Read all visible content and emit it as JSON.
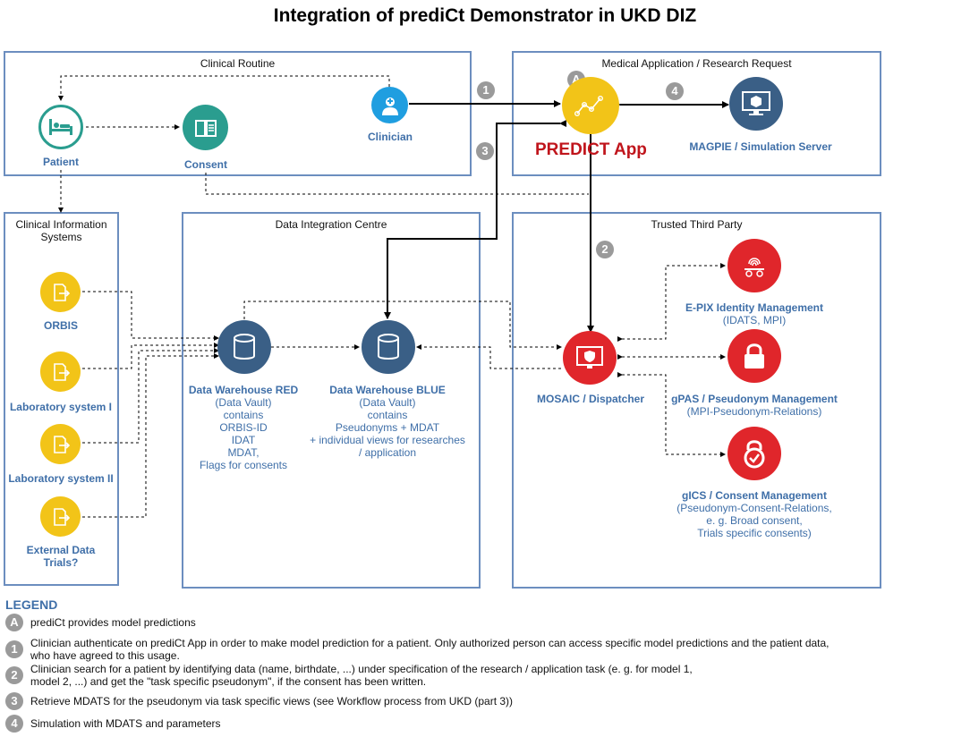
{
  "title": "Integration of prediCt Demonstrator in UKD DIZ",
  "panels": {
    "clinical_routine": "Clinical Routine",
    "medical_application": "Medical Application / Research Request",
    "clinical_information_systems": "Clinical Information Systems",
    "data_integration_centre": "Data Integration Centre",
    "trusted_third_party": "Trusted Third Party"
  },
  "nodes": {
    "patient": "Patient",
    "consent": "Consent",
    "clinician": "Clinician",
    "predict_app": "PREDICT App",
    "magpie": "MAGPIE / Simulation Server",
    "orbis": "ORBIS",
    "lab1": "Laboratory system I",
    "lab2": "Laboratory system II",
    "external_line1": "External Data",
    "external_line2": "Trials?",
    "dw_red": "Data Warehouse RED",
    "dw_red_desc": [
      "(Data Vault)",
      "contains",
      "ORBIS-ID",
      "IDAT",
      "MDAT,",
      "Flags for consents"
    ],
    "dw_blue": "Data Warehouse BLUE",
    "dw_blue_desc": [
      "(Data Vault)",
      "contains",
      "Pseudonyms + MDAT",
      "+ individual views for researches",
      "/ application"
    ],
    "mosaic": "MOSAIC / Dispatcher",
    "epix": "E-PIX Identity Management",
    "epix_desc": "(IDATS, MPI)",
    "gpas": "gPAS / Pseudonym Management",
    "gpas_desc": "(MPI-Pseudonym-Relations)",
    "gics": "gICS / Consent Management",
    "gics_desc": [
      "(Pseudonym-Consent-Relations,",
      "e. g. Broad consent,",
      "Trials specific consents)"
    ]
  },
  "steps": {
    "a": "A",
    "one": "1",
    "two": "2",
    "three": "3",
    "four": "4"
  },
  "legend": {
    "title": "LEGEND",
    "items": [
      {
        "badge": "A",
        "text": "prediCt provides model predictions"
      },
      {
        "badge": "1",
        "text": "Clinician authenticate on prediCt App in order to make model prediction for a patient. Only authorized person can access specific model predictions and the patient data, who have agreed to this usage."
      },
      {
        "badge": "2",
        "text": "Clinician search for a patient by identifying data (name, birthdate, ...) under specification of the research / application task (e. g. for model 1, model 2, ...) and get the \"task specific pseudonym\", if the consent has been written."
      },
      {
        "badge": "3",
        "text": "Retrieve MDATS for the pseudonym via task specific views (see Workflow process from UKD (part 3))"
      },
      {
        "badge": "4",
        "text": "Simulation with MDATS and parameters"
      }
    ]
  },
  "colors": {
    "panel_border": "#6c8ebf",
    "teal": "#2a9d8f",
    "light_blue": "#1f9ee0",
    "yellow": "#f2c418",
    "dark_blue": "#3a5f86",
    "red": "#e0262b",
    "label_blue": "#3f6fa8",
    "predict_red": "#c0151c",
    "badge_grey": "#9a9a9a"
  },
  "icons": {
    "patient": "hospital-bed-icon",
    "consent": "book-icon",
    "clinician": "doctor-icon",
    "predict_app": "analytics-icon",
    "magpie": "monitor-cube-icon",
    "source_system": "document-export-icon",
    "database": "database-icon",
    "mosaic": "shield-monitor-icon",
    "epix": "fingerprint-users-icon",
    "gpas": "padlock-icon",
    "gics": "padlock-check-icon"
  }
}
